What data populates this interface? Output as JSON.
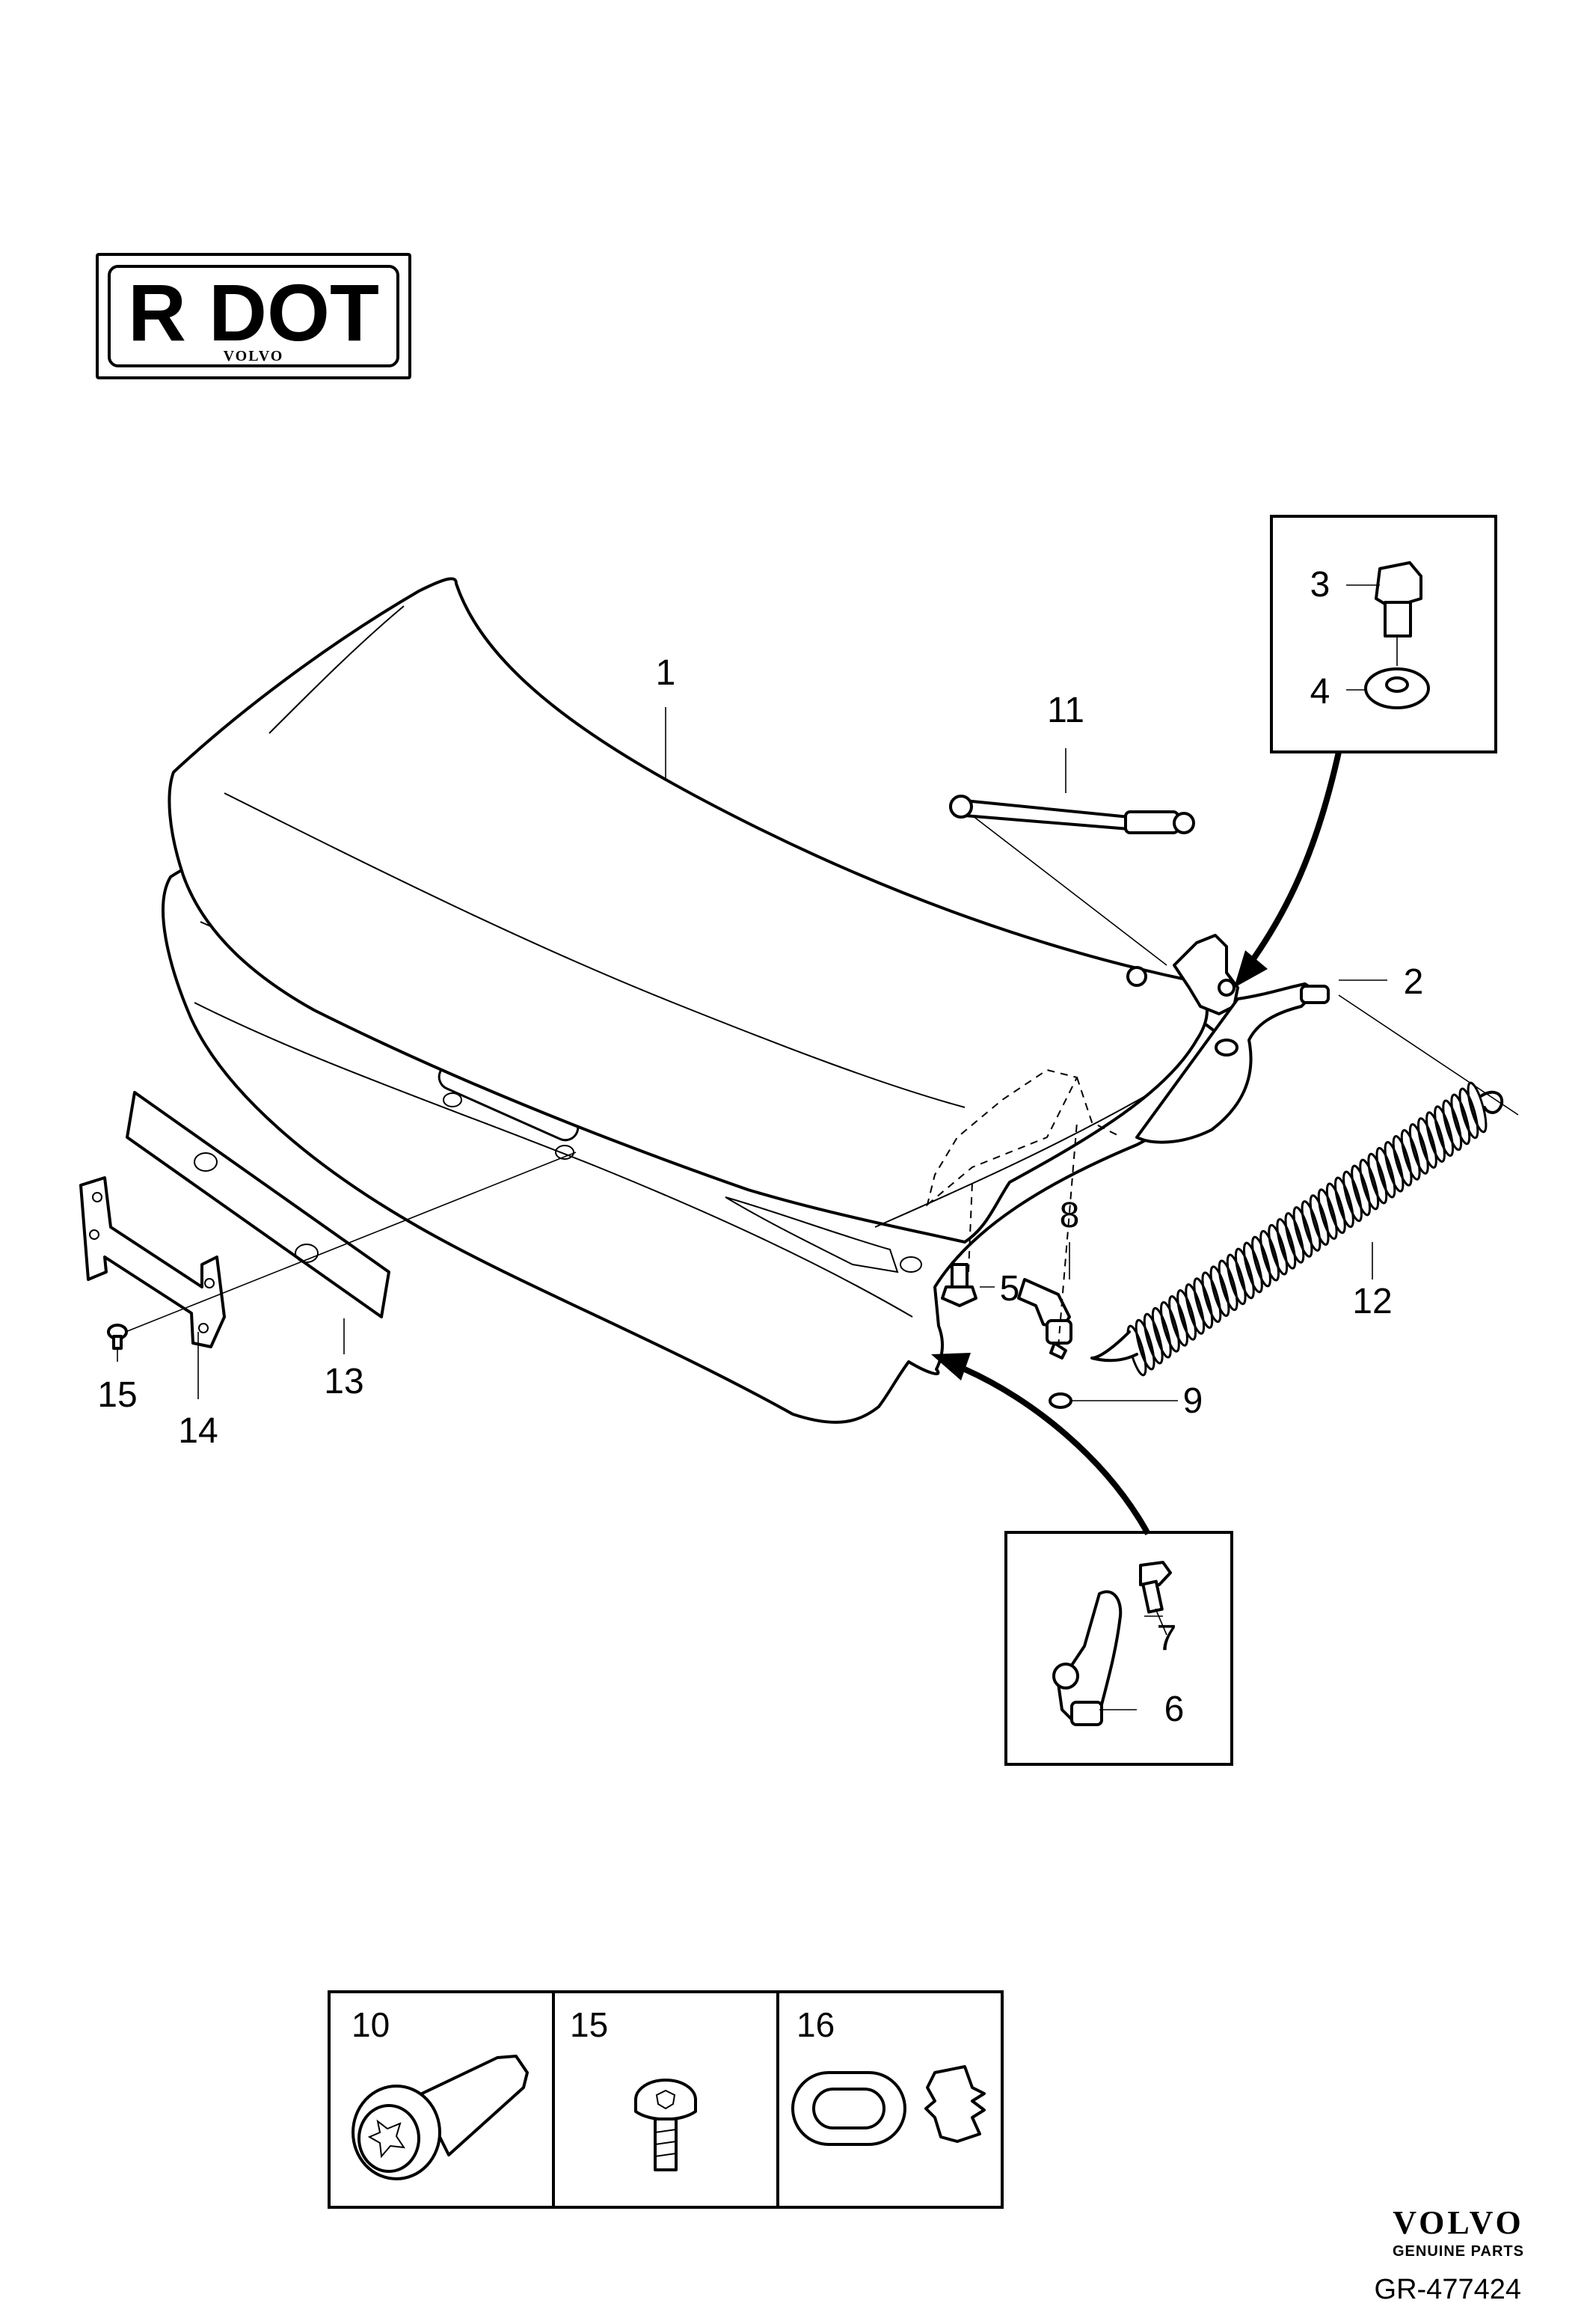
{
  "badge": {
    "text": "R DOT",
    "brand": "VOLVO"
  },
  "callouts": {
    "c1": "1",
    "c2": "2",
    "c3": "3",
    "c4": "4",
    "c5": "5",
    "c6": "6",
    "c7": "7",
    "c8": "8",
    "c9": "9",
    "c11": "11",
    "c12": "12",
    "c13": "13",
    "c14": "14",
    "c15": "15"
  },
  "legend_cells": [
    {
      "number": "10",
      "icon": "bolt-icon"
    },
    {
      "number": "15",
      "icon": "torx-screw-icon"
    },
    {
      "number": "16",
      "icon": "grommet-clip-icon"
    }
  ],
  "brand_mark": {
    "logo": "VOLVO",
    "tagline": "GENUINE PARTS"
  },
  "reference": "GR-477424"
}
